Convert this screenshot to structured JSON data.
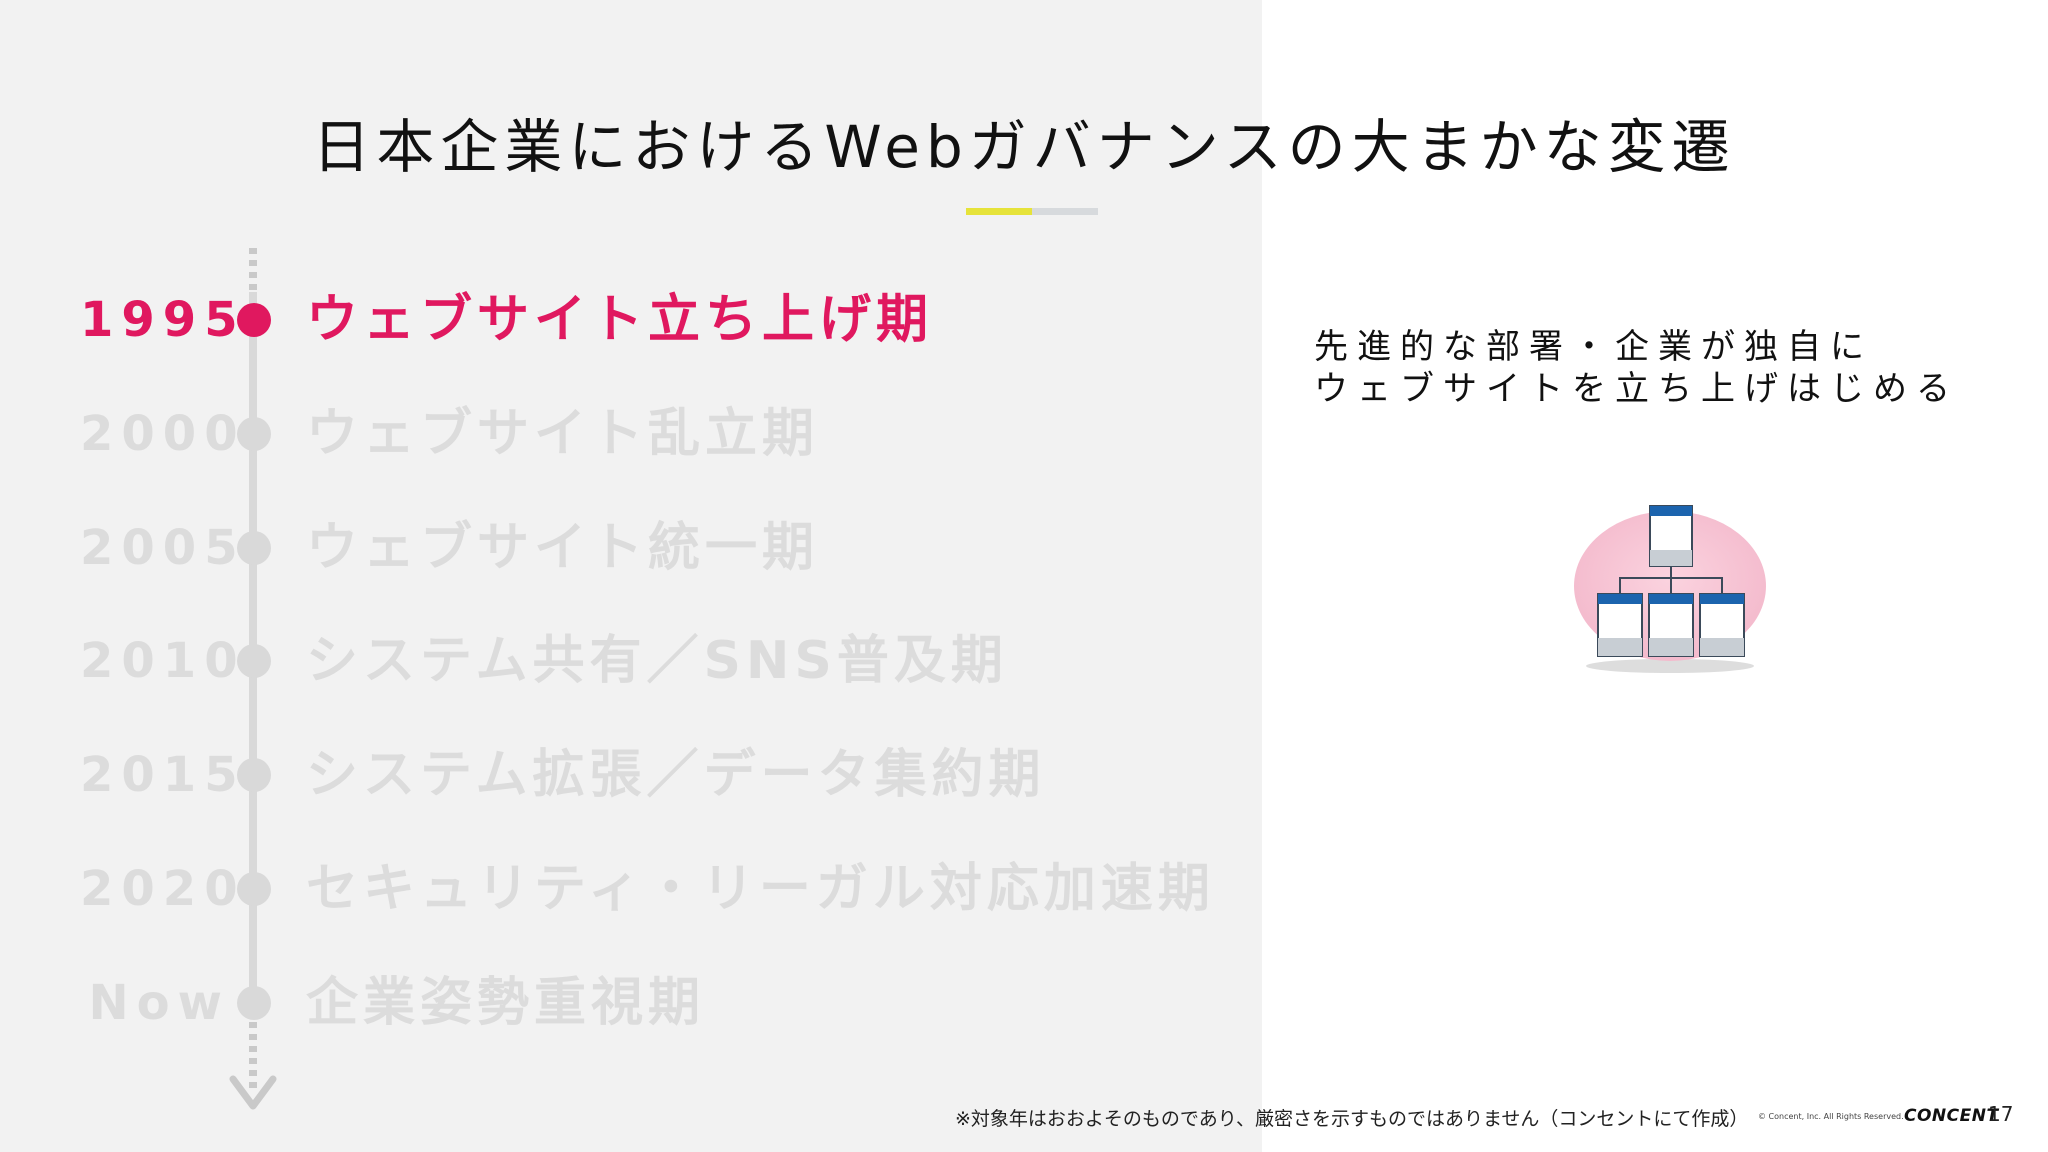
{
  "slide": {
    "title": "日本企業におけるWebガバナンスの大まかな変遷",
    "accent_color": "#e0185f",
    "inactive_color": "#dcdcdc",
    "underline_colors": [
      "#e6e33a",
      "#d7dadd"
    ]
  },
  "timeline": {
    "items": [
      {
        "year": "1995",
        "label": "ウェブサイト立ち上げ期",
        "active": true
      },
      {
        "year": "2000",
        "label": "ウェブサイト乱立期",
        "active": false
      },
      {
        "year": "2005",
        "label": "ウェブサイト統一期",
        "active": false
      },
      {
        "year": "2010",
        "label": "システム共有／SNS普及期",
        "active": false
      },
      {
        "year": "2015",
        "label": "システム拡張／データ集約期",
        "active": false
      },
      {
        "year": "2020",
        "label": "セキュリティ・リーガル対応加速期",
        "active": false
      },
      {
        "year": "Now",
        "label": "企業姿勢重視期",
        "active": false
      }
    ]
  },
  "description": {
    "line1": "先進的な部署・企業が独自に",
    "line2": "ウェブサイトを立ち上げはじめる"
  },
  "diagram": {
    "icon": "site-hierarchy-icon",
    "ellipse_color": "#f6c3d3",
    "page_header_color": "#1c64ae"
  },
  "footer": {
    "note": "※対象年はおおよそのものであり、厳密さを示すものではありません（コンセントにて作成）",
    "copyright": "© Concent, Inc. All Rights Reserved.",
    "brand": "CONCENT",
    "page_number": "17"
  }
}
